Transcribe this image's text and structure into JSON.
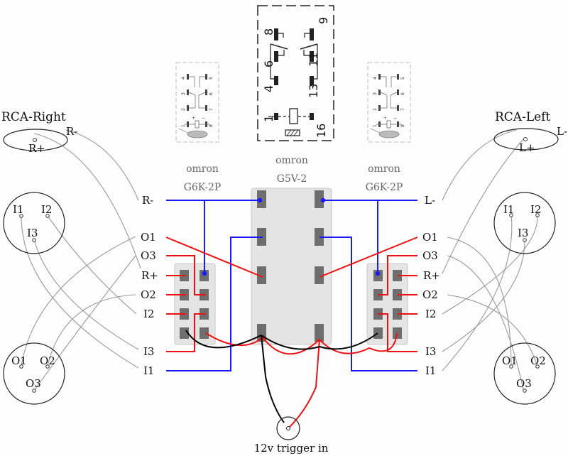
{
  "diagram": {
    "title": "RCA relay switch wiring",
    "colors": {
      "signal_wire": "#999999",
      "ground_wire": "#1a1aff",
      "output_wire": "#ee1111",
      "coil_wire": "#000000",
      "relay_body": "#e4e4e4",
      "relay_pad": "#6e6e6e"
    },
    "rca_right": {
      "title": "RCA-Right",
      "minus": "R-",
      "plus": "R+"
    },
    "rca_left": {
      "title": "RCA-Left",
      "minus": "L-",
      "plus": "L+"
    },
    "input_connector_right": {
      "pins": [
        "I1",
        "I2",
        "I3"
      ]
    },
    "output_connector_right": {
      "pins": [
        "O1",
        "O2",
        "O3"
      ]
    },
    "input_connector_left": {
      "pins": [
        "I1",
        "I2",
        "I3"
      ]
    },
    "output_connector_left": {
      "pins": [
        "O1",
        "O2",
        "O3"
      ]
    },
    "relays": {
      "left": {
        "brand": "omron",
        "model": "G6K-2P"
      },
      "center": {
        "brand": "omron",
        "model": "G5V-2"
      },
      "right": {
        "brand": "omron",
        "model": "G6K-2P"
      }
    },
    "schematic_g5v": {
      "pins": [
        "8",
        "9",
        "6",
        "11",
        "4",
        "13",
        "1",
        "16"
      ]
    },
    "schematic_g6k": {
      "pins": [
        "4",
        "5",
        "3",
        "6",
        "2",
        "7",
        "1",
        "8"
      ],
      "plus": "+",
      "minus": "−"
    },
    "terminal_labels_left": [
      "R-",
      "O1",
      "O3",
      "R+",
      "O2",
      "I2",
      "I3",
      "I1"
    ],
    "terminal_labels_right": [
      "L-",
      "O1",
      "O3",
      "R+",
      "O2",
      "I2",
      "I3",
      "I1"
    ],
    "trigger": {
      "label": "12v trigger in"
    }
  }
}
